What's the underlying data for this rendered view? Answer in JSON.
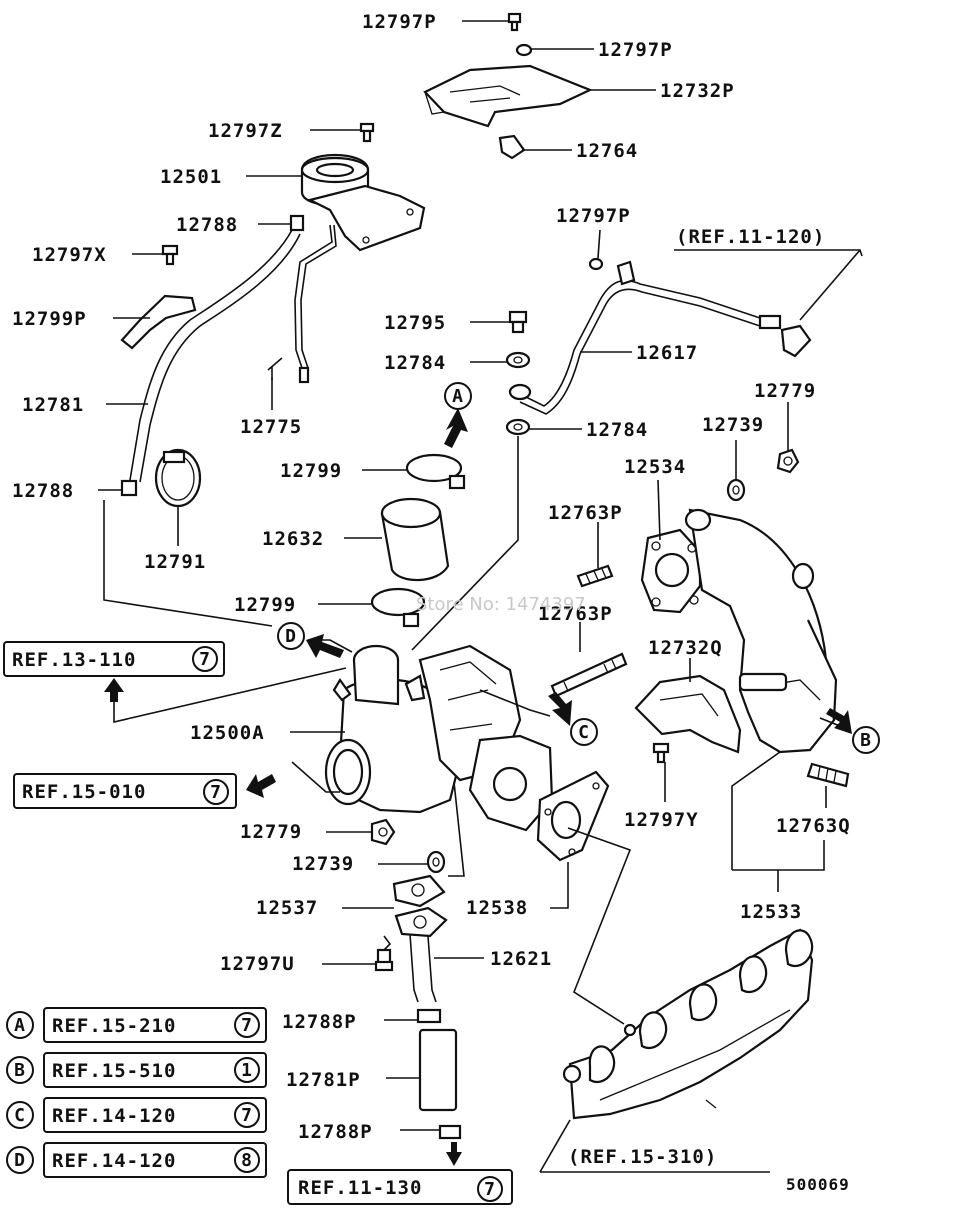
{
  "diagram": {
    "drawing_number": "500069",
    "watermark": "Store No: 1474397",
    "labels": {
      "p12797p_a": "12797P",
      "p12797p_b": "12797P",
      "p12732p": "12732P",
      "p12764": "12764",
      "p12797z": "12797Z",
      "p12501": "12501",
      "p12788_a": "12788",
      "p12797x": "12797X",
      "p12799p": "12799P",
      "p12781": "12781",
      "p12775": "12775",
      "p12788_b": "12788",
      "p12791": "12791",
      "p12797p_c": "12797P",
      "p12795": "12795",
      "p12784_a": "12784",
      "p12617": "12617",
      "p12784_b": "12784",
      "p12779_a": "12779",
      "p12739_a": "12739",
      "p12799_a": "12799",
      "p12534": "12534",
      "p12632": "12632",
      "p12763p_a": "12763P",
      "p12799_b": "12799",
      "p12763p_b": "12763P",
      "p12732q": "12732Q",
      "p12500a": "12500A",
      "p12779_b": "12779",
      "p12739_b": "12739",
      "p12797y": "12797Y",
      "p12763q": "12763Q",
      "p12537": "12537",
      "p12538": "12538",
      "p12533": "12533",
      "p12797u": "12797U",
      "p12621": "12621",
      "p12788p_a": "12788P",
      "p12781p": "12781P",
      "p12788p_b": "12788P"
    },
    "refs": {
      "ref_11_120": "(REF.11-120)",
      "ref_13_110": "REF.13-110",
      "ref_13_110_num": "7",
      "ref_15_010": "REF.15-010",
      "ref_15_010_num": "7",
      "ref_15_310": "(REF.15-310)",
      "ref_11_130": "REF.11-130",
      "ref_11_130_num": "7"
    },
    "callouts": {
      "a": "A",
      "b": "B",
      "c": "C",
      "d": "D"
    },
    "legend": [
      {
        "key": "A",
        "ref": "REF.15-210",
        "num": "7"
      },
      {
        "key": "B",
        "ref": "REF.15-510",
        "num": "1"
      },
      {
        "key": "C",
        "ref": "REF.14-120",
        "num": "7"
      },
      {
        "key": "D",
        "ref": "REF.14-120",
        "num": "8"
      }
    ]
  }
}
